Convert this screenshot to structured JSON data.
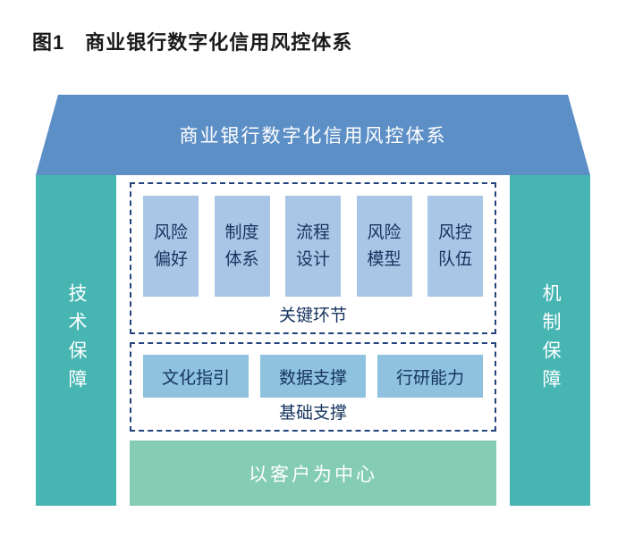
{
  "caption": "图1　商业银行数字化信用风控体系",
  "roof": {
    "label": "商业银行数字化信用风控体系"
  },
  "pillars": {
    "left": "技术保障",
    "right": "机制保障"
  },
  "key_links": {
    "label": "关键环节",
    "items": [
      "风险\n偏好",
      "制度\n体系",
      "流程\n设计",
      "风险\n模型",
      "风控\n队伍"
    ]
  },
  "basic_support": {
    "label": "基础支撑",
    "items": [
      "文化指引",
      "数据支撑",
      "行研能力"
    ]
  },
  "bottom_bar": {
    "label": "以客户为中心"
  },
  "colors": {
    "roof_blue": "#5d8fc7",
    "pillar_teal": "#47b6b3",
    "key_box_blue": "#a9c6e6",
    "support_box_blue": "#8ec2de",
    "bottom_bar_green": "#84cdb4",
    "dashed_border_navy": "#24427c",
    "box_text_navy": "#16345f"
  }
}
